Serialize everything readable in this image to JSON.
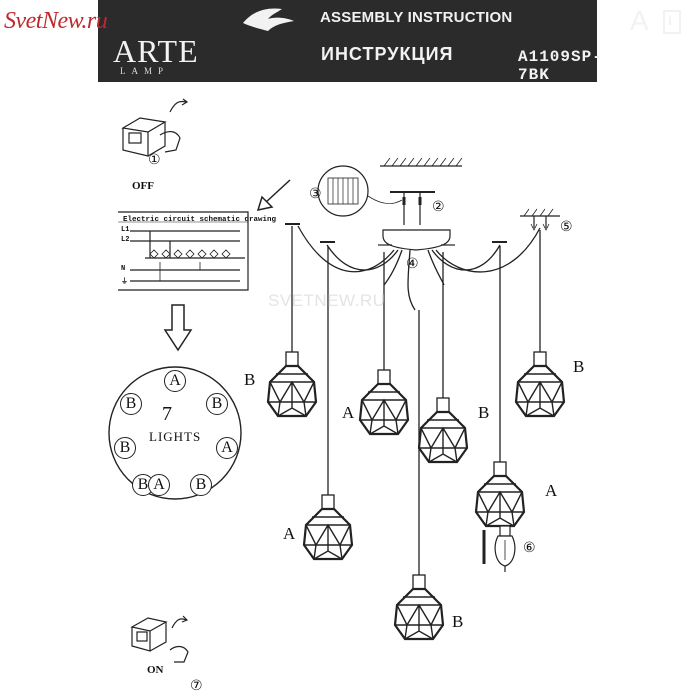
{
  "header": {
    "title_en": "ASSEMBLY INSTRUCTION",
    "title_ru": "ИНСТРУКЦИЯ",
    "model": "A1109SP-7BK",
    "brand_letter": "A",
    "info_icon_letter": "i",
    "logo_name": "ARTE",
    "logo_sub": "LAMP"
  },
  "watermark_corner": "SvetNew.ru",
  "watermark_center": "SVETNEW.RU",
  "steps": {
    "step1": "①",
    "step2": "②",
    "step3": "③",
    "step4": "④",
    "step5": "⑤",
    "step6": "⑥",
    "step7": "⑦",
    "off_label": "OFF",
    "on_label": "ON"
  },
  "schematic": {
    "title": "Electric circuit schematic drawing",
    "wires": [
      "L1",
      "L2",
      "N",
      "⏚"
    ]
  },
  "ring": {
    "count": "7",
    "label": "LIGHTS",
    "positions": [
      "A",
      "B",
      "B",
      "B",
      "A",
      "B",
      "A",
      "B"
    ]
  },
  "lamps": [
    {
      "label": "B"
    },
    {
      "label": "A"
    },
    {
      "label": "B"
    },
    {
      "label": "B"
    },
    {
      "label": "A"
    },
    {
      "label": "A"
    },
    {
      "label": "B"
    }
  ],
  "colors": {
    "header_bg": "#2b2b2b",
    "header_text": "#f2f2f2",
    "brand_red": "#c0282d"
  }
}
